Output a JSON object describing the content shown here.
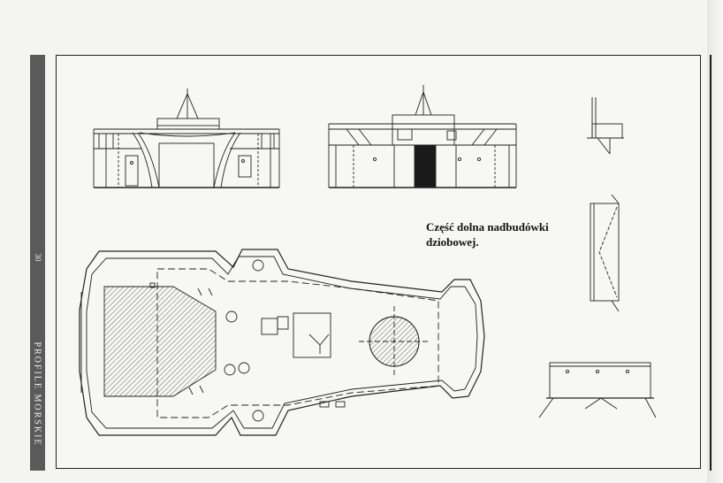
{
  "spine": {
    "page_number": "30",
    "publication": "PROFILE MORSKIE",
    "background": "#5a5a5a"
  },
  "caption": {
    "line1": "Część dolna nadbudówki",
    "line2": "dziobowej."
  },
  "drawings": {
    "front_view": "front-elevation-drawing",
    "side_view": "side-elevation-drawing",
    "plan_view": "deck-plan-drawing",
    "details": [
      "detail-bracket-top",
      "detail-bracket-middle",
      "detail-bracket-bottom"
    ]
  },
  "colors": {
    "line": "#222222",
    "paper": "#f7f7f5",
    "dark_panel": "#1a1a1a"
  }
}
